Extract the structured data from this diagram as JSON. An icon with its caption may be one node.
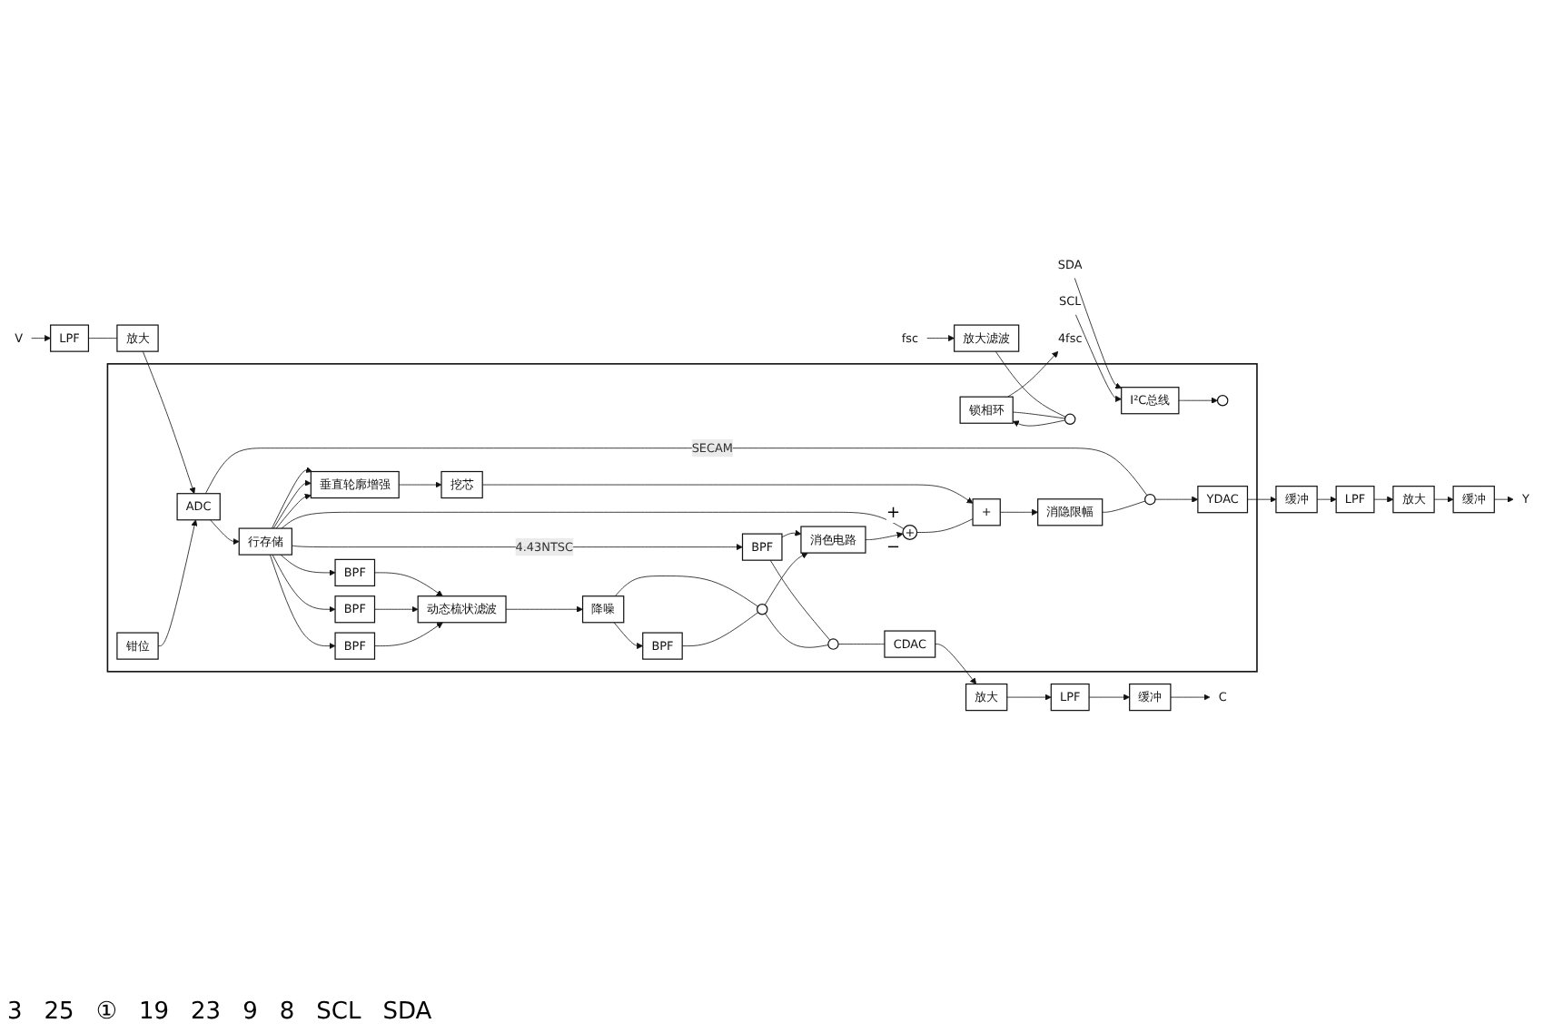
{
  "diagram": {
    "nodes": [
      {
        "text": [
          "V"
        ]
      },
      {
        "text": [
          "LPF"
        ]
      },
      {
        "text": [
          "放大"
        ]
      },
      {
        "text": [],
        "shape": "box"
      },
      {
        "text": [
          "ADC"
        ],
        "in": 3
      },
      {
        "text": [
          "钳位"
        ],
        "in": 3
      },
      {
        "text": [
          "行存储"
        ],
        "in": 3
      },
      {
        "text": [
          "垂直轮廓增强"
        ],
        "in": 3
      },
      {
        "text": [
          "挖芯"
        ],
        "in": 3
      },
      {
        "text": [
          "+"
        ],
        "beside": [
          "+",
          "−"
        ],
        "in": 3
      },
      {
        "text": [
          "+"
        ],
        "in": 3
      },
      {
        "text": [
          "消隐限幅"
        ],
        "in": 3
      },
      {
        "text": [],
        "shape": "switch",
        "in": 3
      },
      {
        "text": [
          "YDAC"
        ],
        "in": 3
      },
      {
        "text": [
          "消色电路"
        ],
        "in": 3
      },
      {
        "text": [
          "BPF"
        ],
        "in": 3
      },
      {
        "text": [
          "BPF"
        ],
        "in": 3
      },
      {
        "text": [
          "BPF"
        ],
        "in": 3
      },
      {
        "text": [
          "BPF"
        ],
        "in": 3
      },
      {
        "text": [
          "动态梳状滤波"
        ],
        "in": 3
      },
      {
        "text": [
          "降噪"
        ],
        "in": 3
      },
      {
        "text": [
          "BPF"
        ],
        "in": 3
      },
      {
        "text": [],
        "shape": "switch",
        "in": 3
      },
      {
        "text": [],
        "shape": "switch",
        "in": 3
      },
      {
        "text": [
          "CDAC"
        ],
        "in": 3
      },
      {
        "text": [
          "I²C总线"
        ],
        "in": 3
      },
      {
        "text": [
          "锁相环"
        ],
        "in": 3
      },
      {
        "text": [],
        "shape": "switch",
        "in": 3
      },
      {
        "text": [
          "缓冲"
        ]
      },
      {
        "text": [
          "LPF"
        ]
      },
      {
        "text": [
          "放大"
        ]
      },
      {
        "text": [
          "缓冲"
        ]
      },
      {
        "text": [
          "Y"
        ]
      },
      {
        "text": [
          "放大"
        ]
      },
      {
        "text": [
          "LPF"
        ]
      },
      {
        "text": [
          "缓冲"
        ]
      },
      {
        "text": [
          "C"
        ]
      },
      {
        "text": [
          "放大滤波"
        ]
      },
      {
        "text": [
          "fsc"
        ]
      },
      {
        "text": [
          "4fsc"
        ]
      },
      {
        "text": [
          "SDA"
        ]
      },
      {
        "text": [
          "SCL"
        ]
      }
    ],
    "edges": [
      {
        "from": 38,
        "to": 37,
        "arrow": "to"
      },
      {
        "from": 37,
        "to": 27,
        "arrow": "none"
      },
      {
        "from": 27,
        "to": 26,
        "arrow": "to"
      },
      {
        "from": 26,
        "to": 39,
        "arrow": "to"
      },
      {
        "from": 26,
        "to": 27,
        "arrow": "none"
      },
      {
        "from": 0,
        "to": 1,
        "arrow": "to"
      },
      {
        "from": 1,
        "to": 2,
        "arrow": "none"
      },
      {
        "from": 2,
        "to": 4,
        "arrow": "to"
      },
      {
        "from": 5,
        "to": 4,
        "arrow": "to"
      },
      {
        "from": 4,
        "to": 6,
        "arrow": "to"
      },
      {
        "from": 4,
        "to": 12,
        "arrow": "none",
        "label": "SECAM"
      },
      {
        "from": 6,
        "to": 7,
        "arrow": "to"
      },
      {
        "from": 6,
        "to": 7,
        "arrow": "to"
      },
      {
        "from": 6,
        "to": 7,
        "arrow": "to"
      },
      {
        "from": 7,
        "to": 8,
        "arrow": "to"
      },
      {
        "from": 8,
        "to": 10,
        "arrow": "to"
      },
      {
        "from": 6,
        "to": 9,
        "arrow": "none"
      },
      {
        "from": 9,
        "to": 10,
        "arrow": "none"
      },
      {
        "from": 10,
        "to": 11,
        "arrow": "to"
      },
      {
        "from": 11,
        "to": 12,
        "arrow": "none"
      },
      {
        "from": 12,
        "to": 13,
        "arrow": "to"
      },
      {
        "from": 13,
        "to": 28,
        "arrow": "to"
      },
      {
        "from": 28,
        "to": 29,
        "arrow": "to"
      },
      {
        "from": 29,
        "to": 30,
        "arrow": "to"
      },
      {
        "from": 30,
        "to": 31,
        "arrow": "to"
      },
      {
        "from": 31,
        "to": 32,
        "arrow": "to"
      },
      {
        "from": 14,
        "to": 9,
        "arrow": "to"
      },
      {
        "from": 6,
        "to": 15,
        "arrow": "to",
        "label": "4.43NTSC"
      },
      {
        "from": 6,
        "to": 16,
        "arrow": "to"
      },
      {
        "from": 6,
        "to": 17,
        "arrow": "to"
      },
      {
        "from": 6,
        "to": 18,
        "arrow": "to"
      },
      {
        "from": 15,
        "to": 14,
        "arrow": "to"
      },
      {
        "from": 22,
        "to": 14,
        "arrow": "to"
      },
      {
        "from": 15,
        "to": 23,
        "arrow": "none"
      },
      {
        "from": 16,
        "to": 19,
        "arrow": "to"
      },
      {
        "from": 17,
        "to": 19,
        "arrow": "to"
      },
      {
        "from": 18,
        "to": 19,
        "arrow": "to"
      },
      {
        "from": 19,
        "to": 20,
        "arrow": "to"
      },
      {
        "from": 20,
        "to": 21,
        "arrow": "to"
      },
      {
        "from": 20,
        "to": 22,
        "arrow": "none"
      },
      {
        "from": 21,
        "to": 22,
        "arrow": "none"
      },
      {
        "from": 22,
        "to": 23,
        "arrow": "none"
      },
      {
        "from": 23,
        "to": 24,
        "arrow": "none"
      },
      {
        "from": 24,
        "to": 33,
        "arrow": "to"
      },
      {
        "from": 33,
        "to": 34,
        "arrow": "to"
      },
      {
        "from": 34,
        "to": 35,
        "arrow": "to"
      },
      {
        "from": 35,
        "to": 36,
        "arrow": "to"
      },
      {
        "from": 40,
        "to": 25,
        "arrow": "to"
      },
      {
        "from": 41,
        "to": 25,
        "arrow": "to"
      },
      {
        "from": 25,
        "to": null,
        "arrow": "to"
      }
    ],
    "labels": [
      "3",
      "25",
      "①",
      "19",
      "23",
      "9",
      "8",
      "SCL",
      "SDA"
    ]
  }
}
